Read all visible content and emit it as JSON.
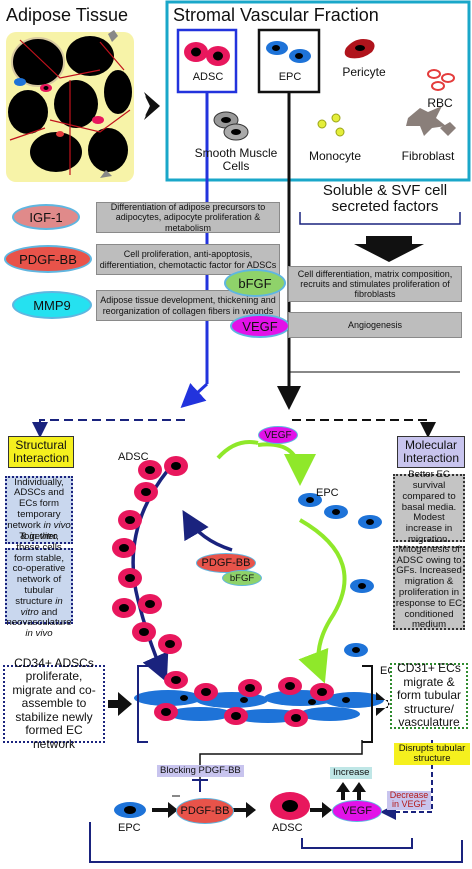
{
  "top": {
    "adipose_title": "Adipose Tissue",
    "svf_title": "Stromal Vascular Fraction",
    "cells": {
      "adsc": "ADSC",
      "epc": "EPC",
      "pericyte": "Pericyte",
      "rbc": "RBC",
      "smooth_muscle_line1": "Smooth Muscle",
      "smooth_muscle_line2": "Cells",
      "monocyte": "Monocyte",
      "fibroblast": "Fibroblast"
    },
    "soluble_line1": "Soluble & SVF cell",
    "soluble_line2": "secreted factors"
  },
  "factors": [
    {
      "name": "IGF-1",
      "color": "#e08a8a",
      "desc": "Differentiation of adipose precursors to adipocytes, adipocyte proliferation & metabolism"
    },
    {
      "name": "PDGF-BB",
      "color": "#e8534a",
      "desc": "Cell proliferation, anti-apoptosis, differentiation, chemotactic factor for ADSCs"
    },
    {
      "name": "MMP9",
      "color": "#25e1f0",
      "desc": "Adipose tissue development, thickening and reorganization of collagen fibers in wounds"
    },
    {
      "name": "bFGF",
      "color": "#8fd26a",
      "desc": "Cell differentiation, matrix composition, recruits and stimulates proliferation of fibroblasts"
    },
    {
      "name": "VEGF",
      "color": "#e212e8",
      "desc": "Angiogenesis"
    }
  ],
  "middle": {
    "structural_title_1": "Structural",
    "structural_title_2": "Interaction",
    "molecular_title_1": "Molecular",
    "molecular_title_2": "Interaction",
    "adsc_label": "ADSC",
    "epc_label": "EPC",
    "vegf": "VEGF",
    "pdgf": "PDGF-BB",
    "bfgf": "bFGF",
    "ec_label": "EC",
    "left_box1_pre": "Individually, ADSCs and ECs form temporary network",
    "left_box1_italic": "in vivo & in vitro",
    "left_box2_pre": "Together, these cells form stable, co-operative network of tubular structure",
    "left_box2_it1": "in vitro",
    "left_box2_mid": "and neovasculature",
    "left_box2_it2": "in vivo",
    "right_box1": "Better EC survival compared to basal media. Modest increase in migration.",
    "right_box2": "Mitogenesis of ADSC owing to GFs. Increased migration & proliferation in response to EC conditioned medium",
    "cd34_box": "CD34+ ADSCs proliferate, migrate and co-assemble to stabilize newly formed EC network",
    "cd31_box": "CD31+ ECs migrate & form tubular structure/ vasculature"
  },
  "bottom": {
    "epc": "EPC",
    "pdgf": "PDGF-BB",
    "adsc": "ADSC",
    "vegf": "VEGF",
    "blocking": "Blocking PDGF-BB",
    "increase": "Increase",
    "decrease_line1": "Decrease",
    "decrease_line2": "in VEGF",
    "disrupts_line1": "Disrupts tubular",
    "disrupts_line2": "structure"
  },
  "colors": {
    "svf_border": "#1aa7c9",
    "dark_blue": "#1a237e",
    "arrow_blue": "#2233dd",
    "green": "#8fe82a",
    "adsc_pink": "#e8175d",
    "epc_blue": "#1e73d8",
    "yellow": "#f5f01e",
    "lavender": "#c8c4ee"
  }
}
